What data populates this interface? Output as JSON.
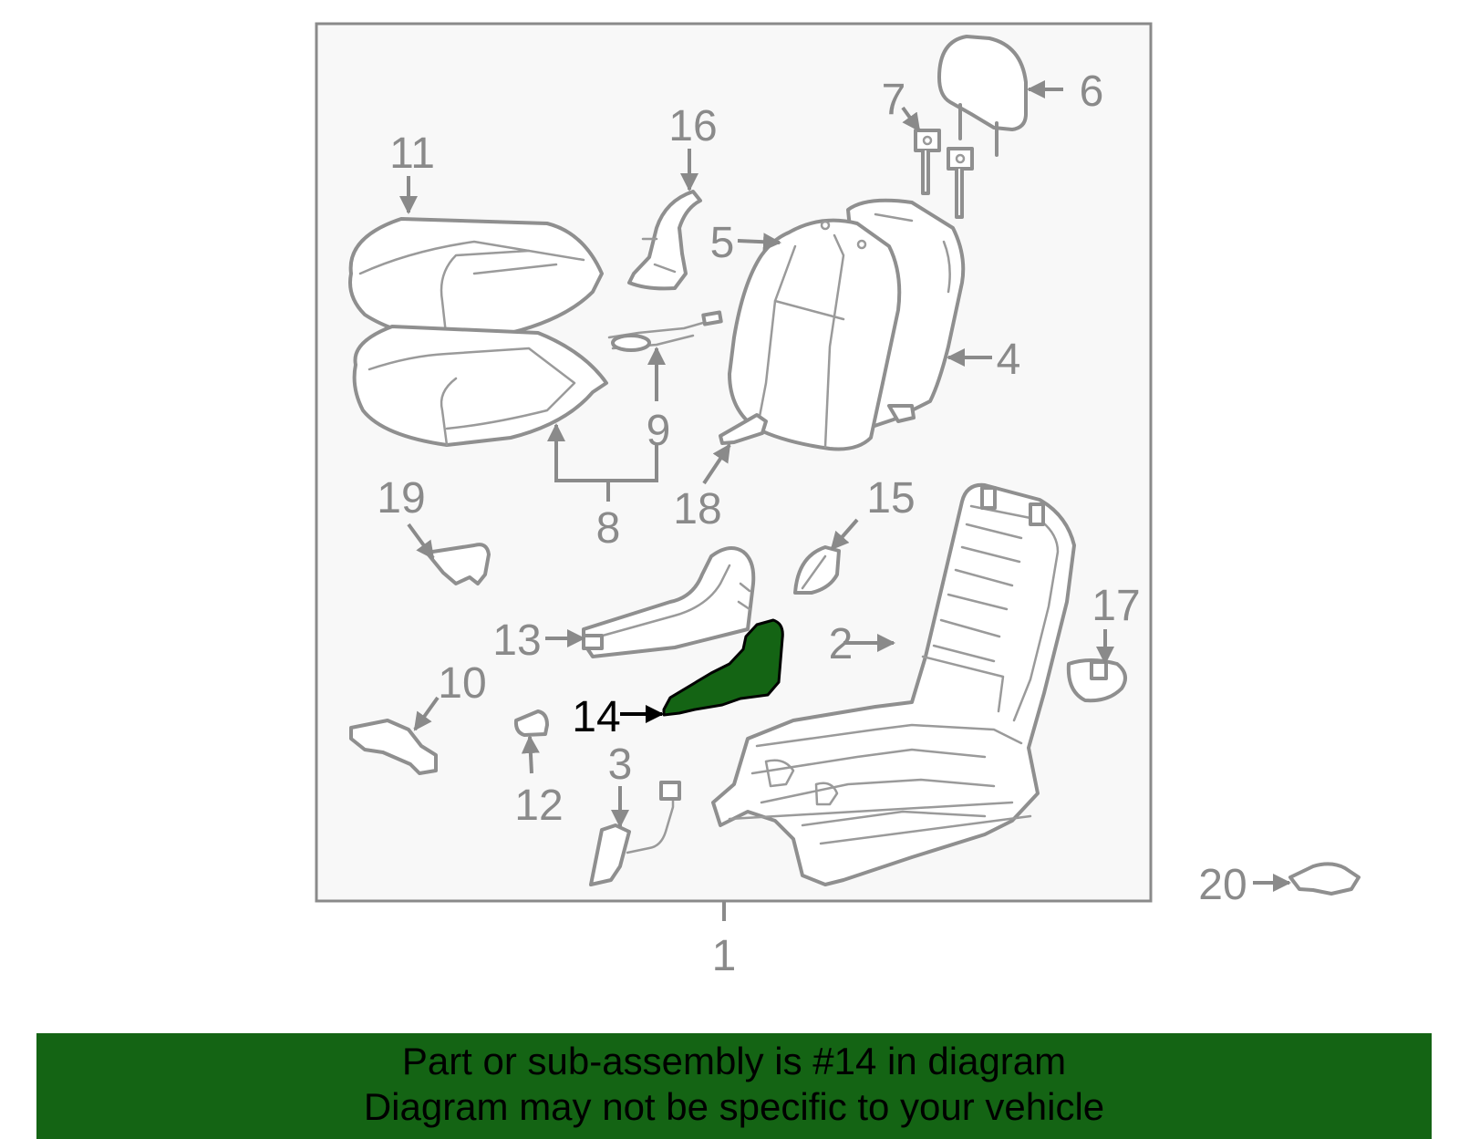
{
  "diagram": {
    "highlight_part": "14",
    "highlight_color": "#146414",
    "callouts": [
      "1",
      "2",
      "3",
      "4",
      "5",
      "6",
      "7",
      "8",
      "9",
      "10",
      "11",
      "12",
      "13",
      "14",
      "15",
      "16",
      "17",
      "18",
      "19",
      "20"
    ]
  },
  "banner": {
    "line1": "Part or sub-assembly is #14 in diagram",
    "line2": "Diagram may not be specific to your vehicle",
    "background": "#146414"
  }
}
